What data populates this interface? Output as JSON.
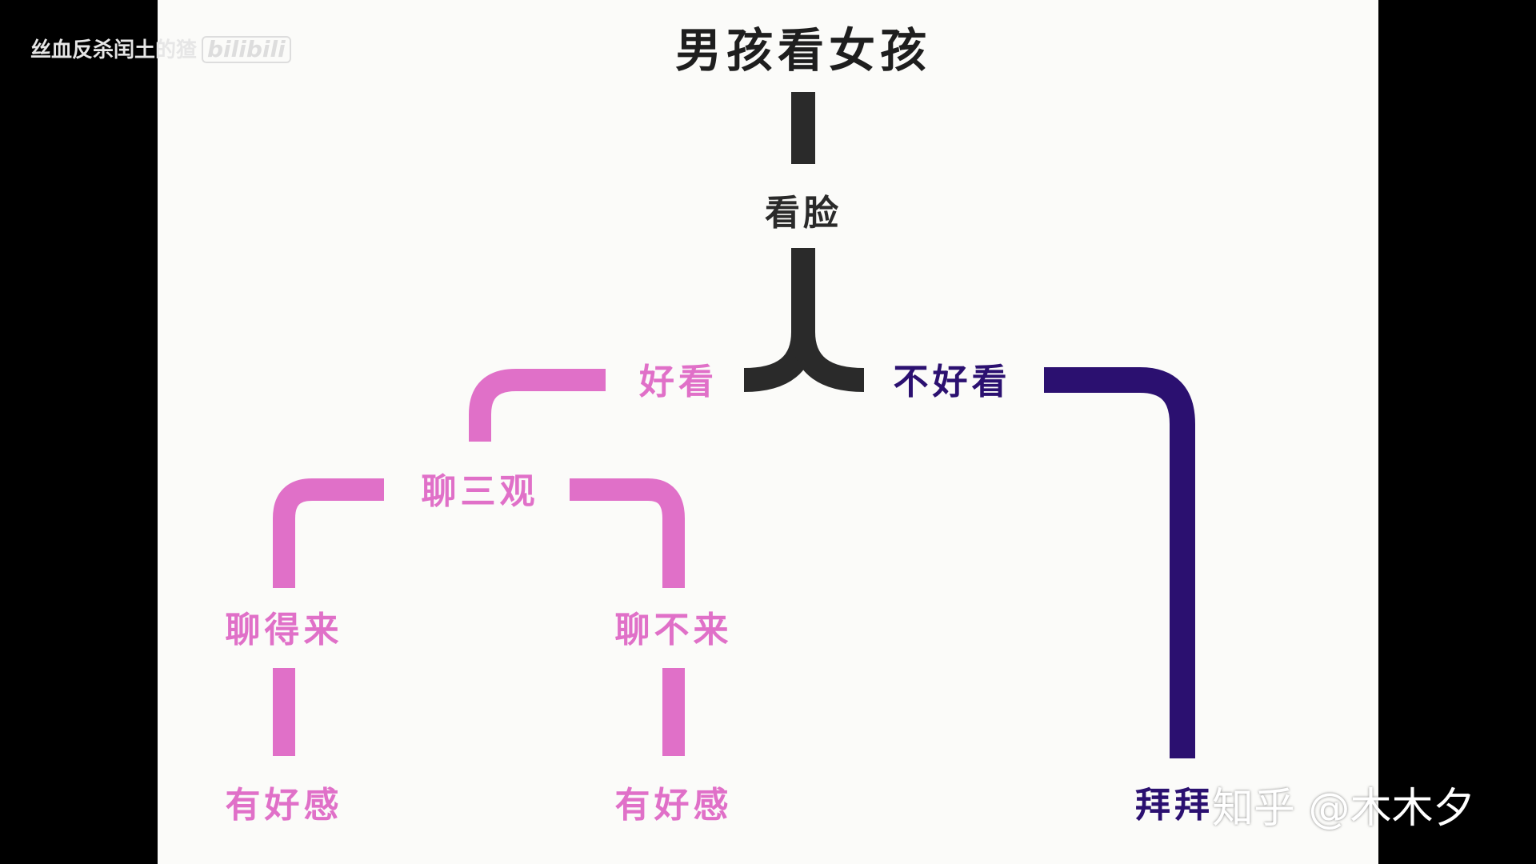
{
  "watermarks": {
    "top_left_text": "丝血反杀闰土的猹",
    "top_left_logo": "bilibili",
    "bottom_right": "知乎 @木木夕"
  },
  "colors": {
    "dark": "#2a2a2a",
    "pink": "#e070c8",
    "purple": "#2b1070"
  },
  "diagram": {
    "title": "男孩看女孩",
    "step1": "看脸",
    "good_looking": "好看",
    "not_good_looking": "不好看",
    "talk_values": "聊三观",
    "get_along": "聊得来",
    "not_get_along": "聊不来",
    "result_left": "有好感",
    "result_middle": "有好感",
    "result_right": "拜拜"
  }
}
